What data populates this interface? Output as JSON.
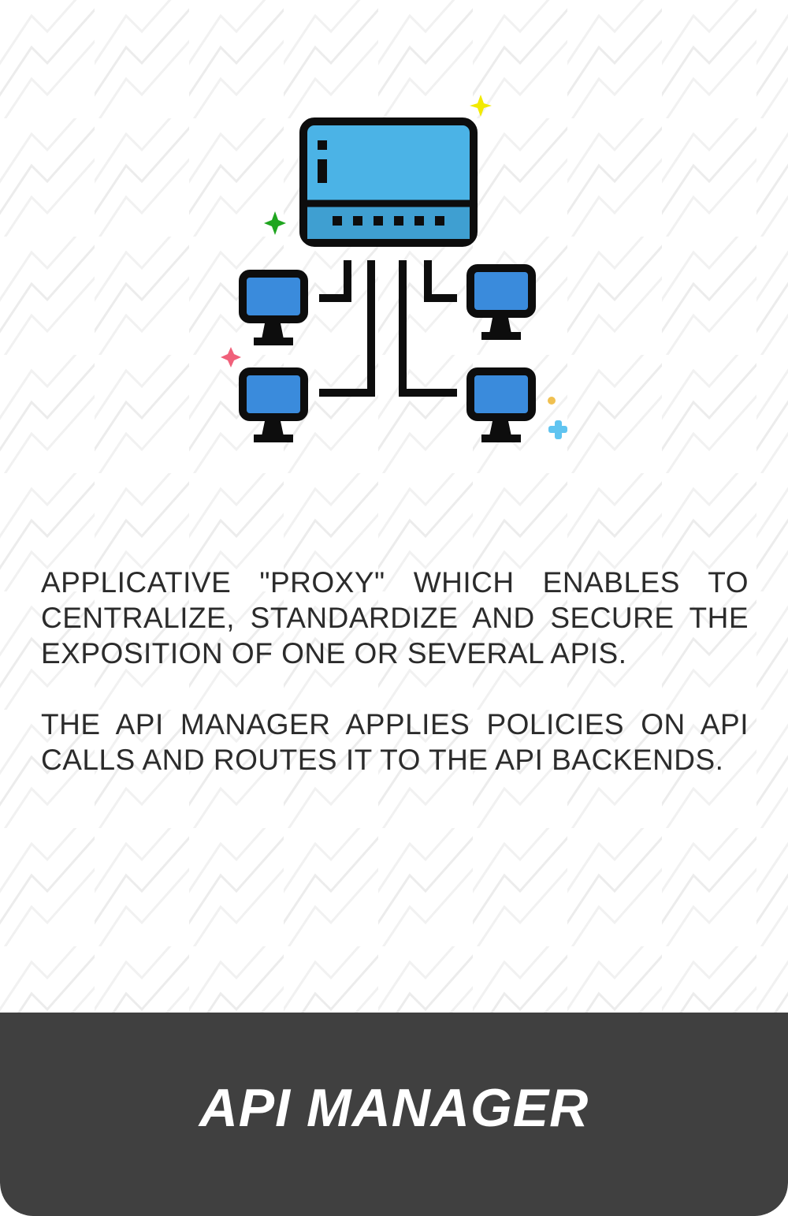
{
  "illustration": {
    "icon": "network-server-icon",
    "colors": {
      "server_blue": "#4bb3e6",
      "monitor_blue": "#3a8bdc",
      "outline": "#0d0d0d",
      "sparkle_yellow": "#f2ea00",
      "sparkle_green": "#1fa51f",
      "sparkle_pink": "#f0607a",
      "sparkle_cyan": "#60c4f0",
      "dot_orange": "#f0c050"
    }
  },
  "description": {
    "paragraph_1": "APPLICATIVE \"PROXY\" WHICH ENABLES TO CENTRALIZE, STANDARDIZE AND SECURE THE EXPOSITION OF ONE OR SEVERAL APIS.",
    "paragraph_2": "THE API MANAGER APPLIES POLICIES ON API CALLS AND ROUTES IT TO THE API BACKENDS."
  },
  "footer": {
    "title": "API MANAGER",
    "background": "#404040"
  }
}
